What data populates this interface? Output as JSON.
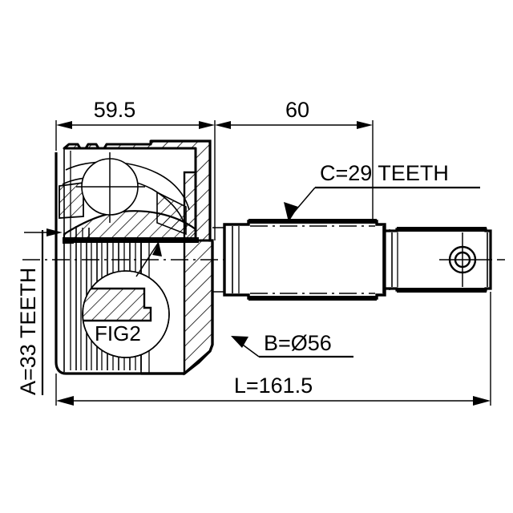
{
  "drawing": {
    "title": "CV Joint Technical Drawing",
    "background_color": "#ffffff",
    "line_color": "#000000"
  },
  "dimensions": {
    "top_left": {
      "label": "59.5",
      "name": "dimension-59-5"
    },
    "top_right": {
      "label": "60",
      "name": "dimension-60"
    },
    "bottom_total": {
      "label": "L=161.5",
      "name": "dimension-length-total"
    }
  },
  "labels": {
    "spline_a": {
      "text": "A=33 TEETH",
      "orientation": "vertical",
      "name": "label-a-teeth"
    },
    "spline_c": {
      "text": "C=29 TEETH",
      "orientation": "horizontal",
      "name": "label-c-teeth"
    },
    "diameter_b": {
      "text": "B=Ø56",
      "orientation": "horizontal",
      "name": "label-b-diameter"
    },
    "detail_callout": {
      "text": "FIG2",
      "name": "label-fig2"
    }
  }
}
